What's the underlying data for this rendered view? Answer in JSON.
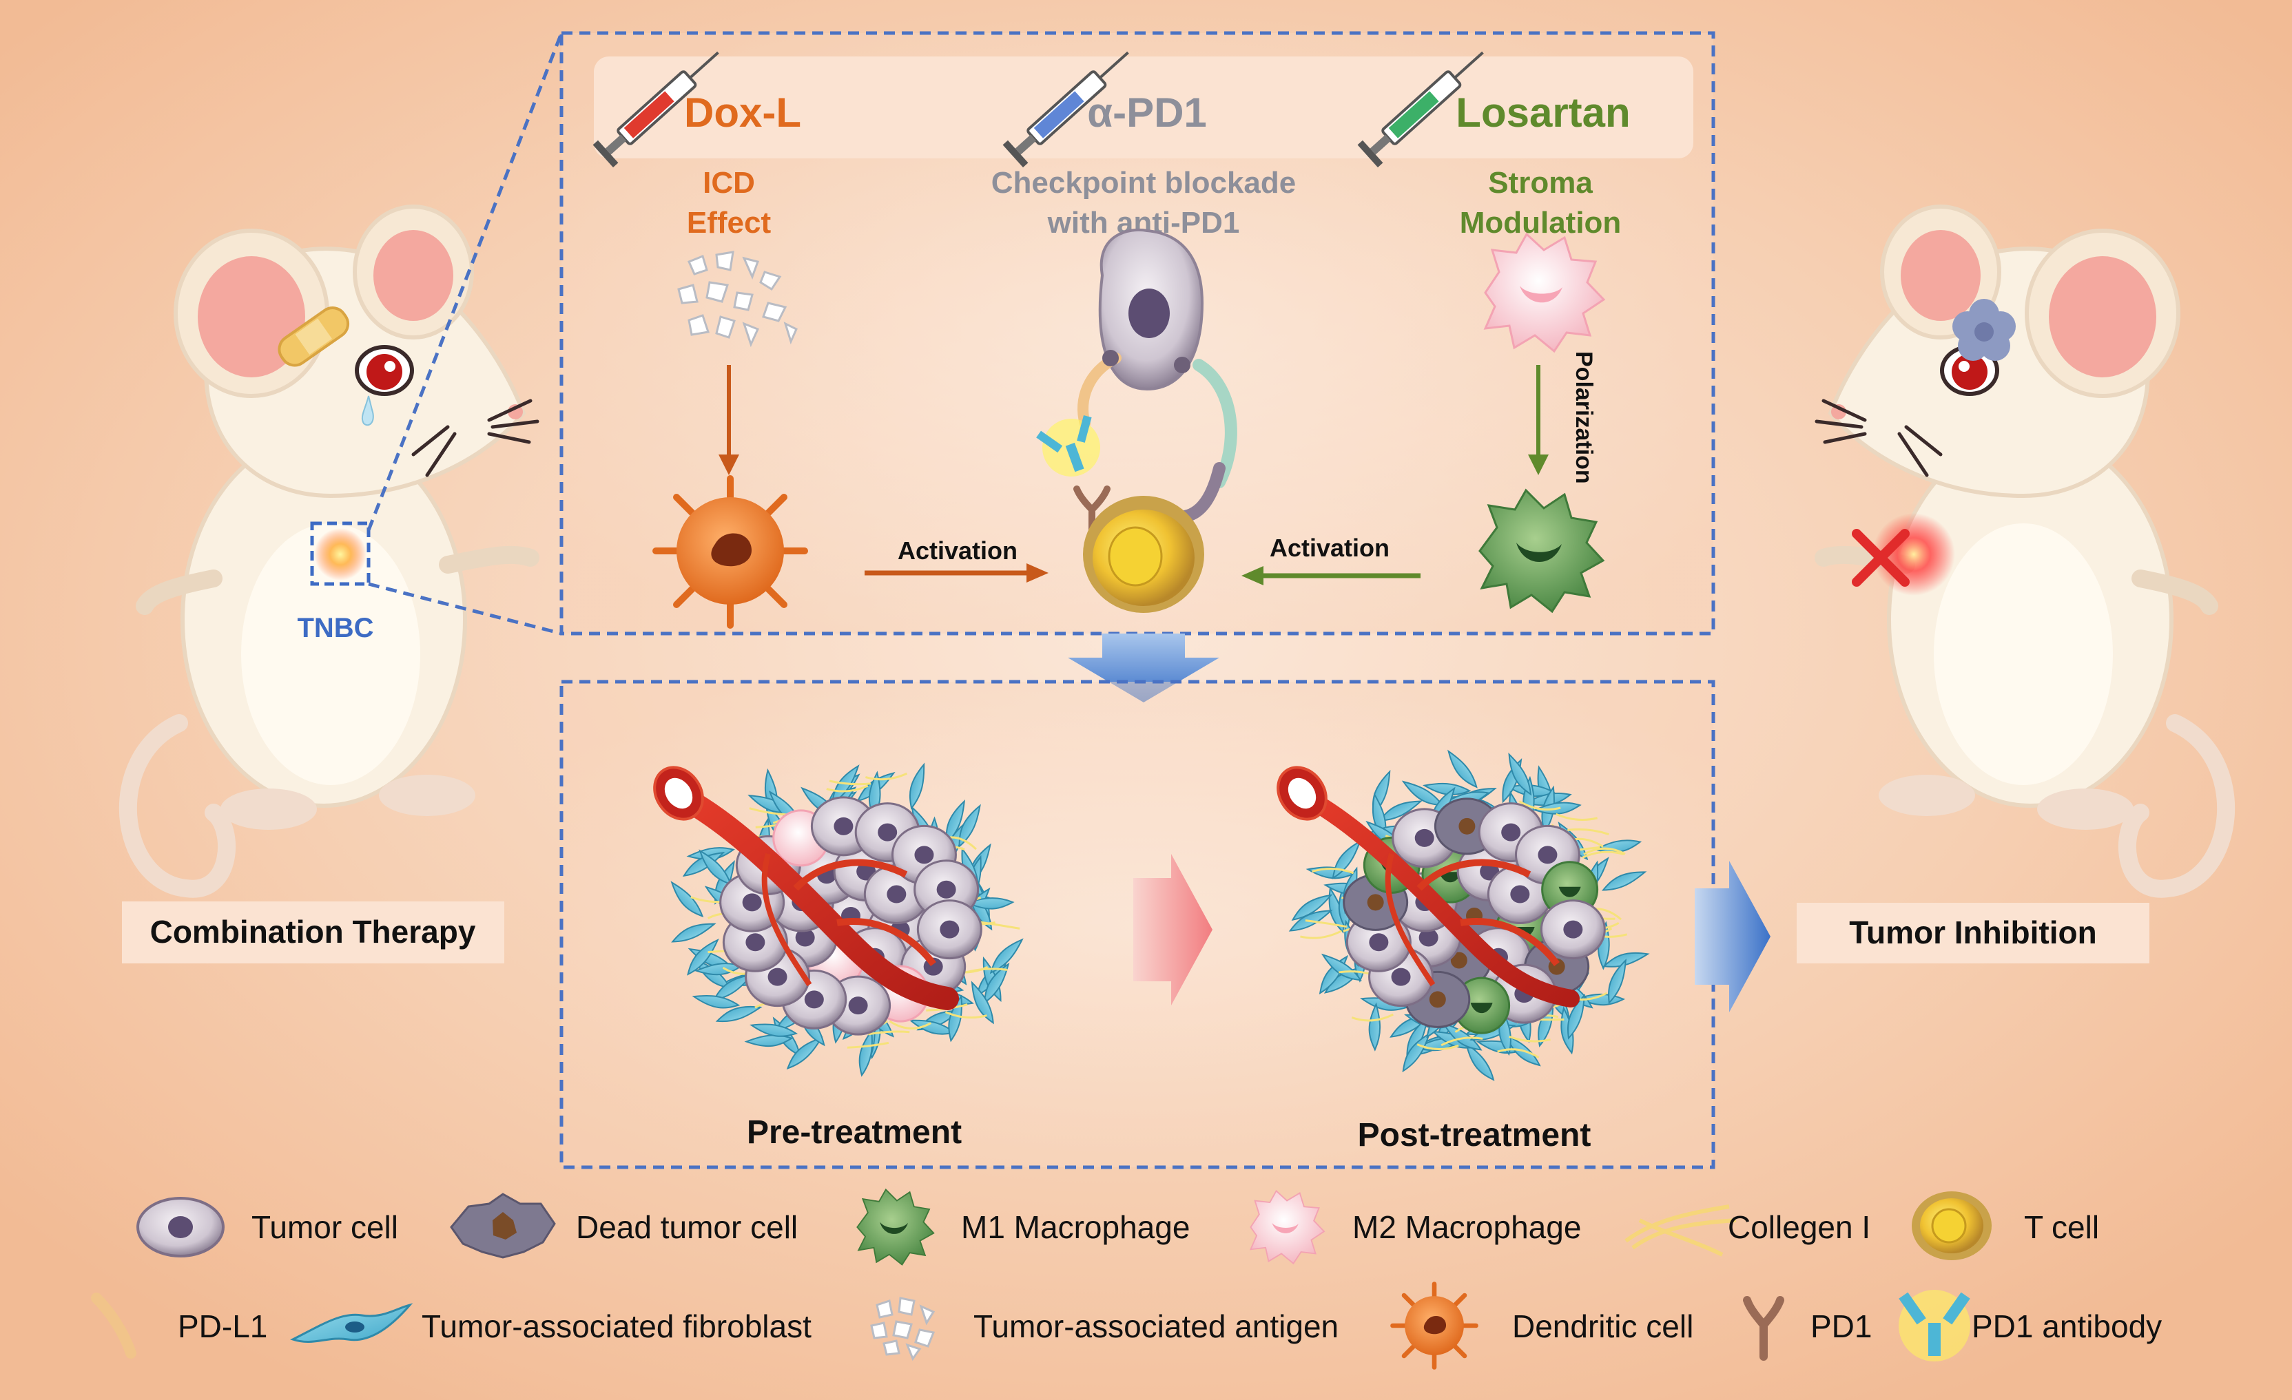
{
  "left_panel": {
    "tnbc_label": "TNBC",
    "caption": "Combination Therapy"
  },
  "right_panel": {
    "caption": "Tumor Inhibition"
  },
  "drugs": [
    {
      "name": "Dox-L",
      "color": "#e06a1e"
    },
    {
      "name": "α-PD1",
      "color": "#8d8f9a"
    },
    {
      "name": "Losartan",
      "color": "#5f8a2c"
    }
  ],
  "mechanisms": {
    "icd_line1": "ICD",
    "icd_line2": "Effect",
    "checkpoint_line1": "Checkpoint blockade",
    "checkpoint_line2": "with anti-PD1",
    "stroma_line1": "Stroma",
    "stroma_line2": "Modulation",
    "polarization": "Polarization",
    "activation_left": "Activation",
    "activation_right": "Activation"
  },
  "tumors": {
    "pre_label": "Pre-treatment",
    "post_label": "Post-treatment"
  },
  "legend": [
    {
      "key": "tumor_cell",
      "label": "Tumor cell"
    },
    {
      "key": "dead_tumor_cell",
      "label": "Dead tumor cell"
    },
    {
      "key": "m1_macrophage",
      "label": "M1 Macrophage"
    },
    {
      "key": "m2_macrophage",
      "label": "M2 Macrophage"
    },
    {
      "key": "collagen",
      "label": "Collegen I"
    },
    {
      "key": "t_cell",
      "label": "T cell"
    },
    {
      "key": "pd_l1",
      "label": "PD-L1"
    },
    {
      "key": "fibroblast",
      "label": "Tumor-associated fibroblast"
    },
    {
      "key": "antigen",
      "label": "Tumor-associated  antigen"
    },
    {
      "key": "dendritic_cell",
      "label": "Dendritic cell"
    },
    {
      "key": "pd1",
      "label": "PD1"
    },
    {
      "key": "pd1_antibody",
      "label": "PD1 antibody"
    }
  ],
  "colors": {
    "background": "#f4c4a3",
    "dashed_box": "#4a72c4",
    "orange": "#e06a1e",
    "green": "#5f8a2c",
    "tnbc_blue": "#3d6bc4"
  }
}
